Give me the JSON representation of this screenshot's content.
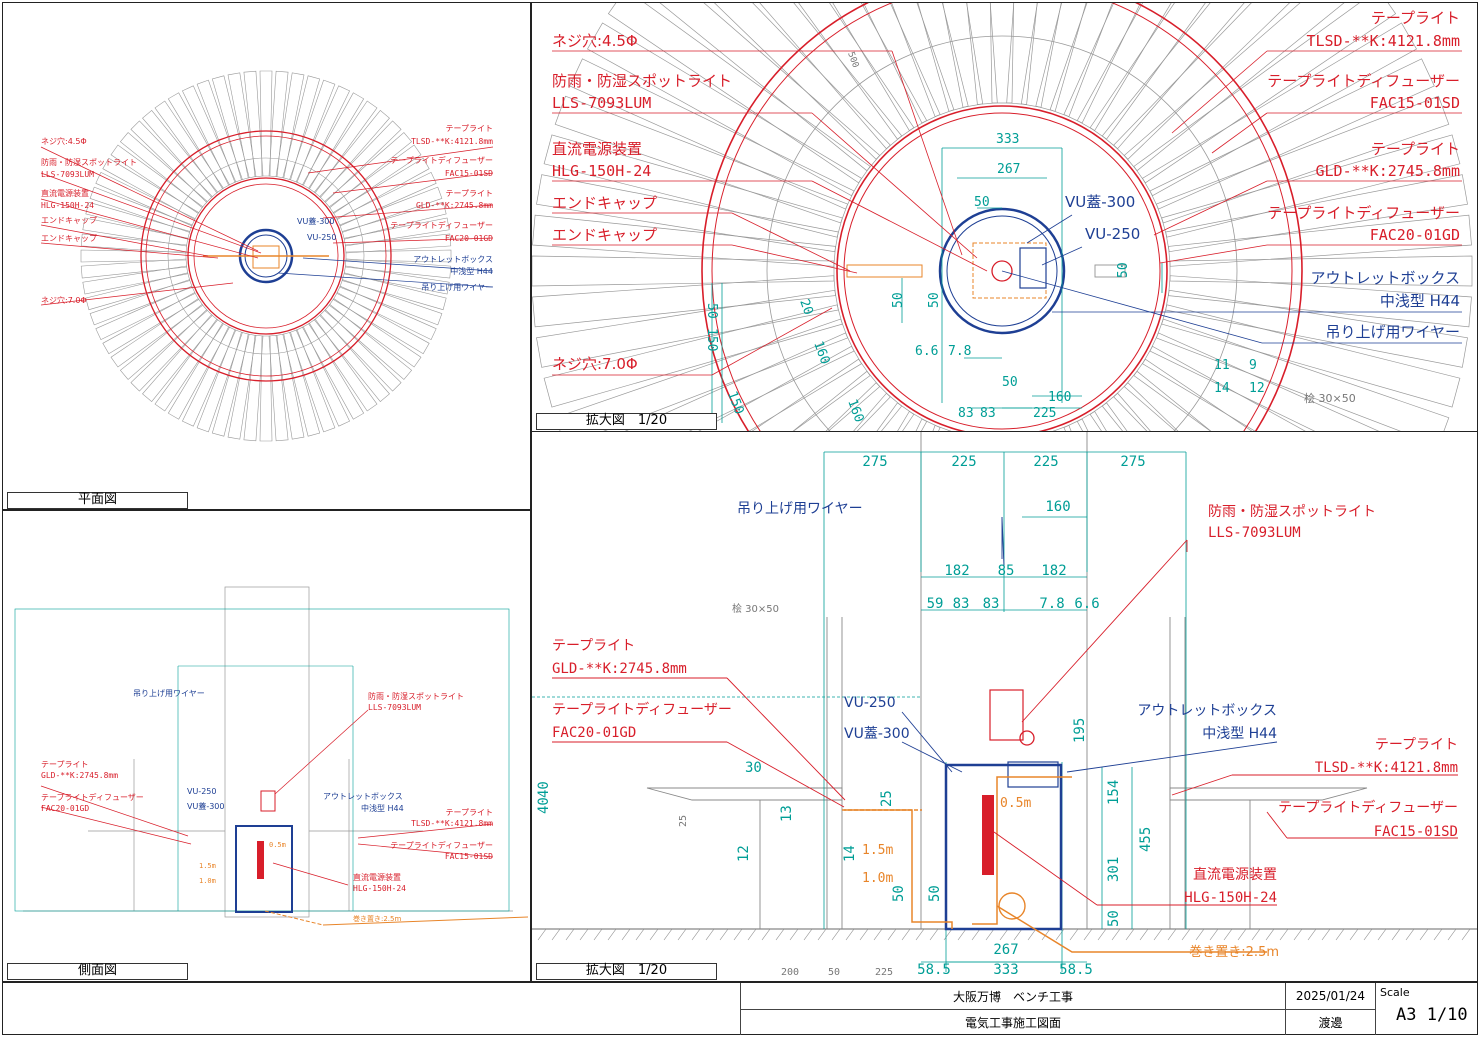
{
  "panels": {
    "plan": {
      "title": "平面図"
    },
    "zoom_plan": {
      "title": "拡大図　1/20"
    },
    "side": {
      "title": "側面図"
    },
    "zoom_side": {
      "title": "拡大図　1/20"
    }
  },
  "colors": {
    "red": "#d81e2a",
    "blue": "#1e3f94",
    "teal": "#009e96",
    "orange": "#e8852a",
    "gray": "#777777"
  },
  "zoom_plan": {
    "left_labels": {
      "screw45": "ネジ穴:4.5Φ",
      "spot_name": "防雨・防湿スポットライト",
      "spot_model": "LLS-7093LUM",
      "psu_name": "直流電源装置",
      "psu_model": "HLG-150H-24",
      "endcap1": "エンドキャップ",
      "endcap2": "エンドキャップ",
      "screw70": "ネジ穴:7.0Φ"
    },
    "right_labels": {
      "tape1_name": "テープライト",
      "tape1_model": "TLSD-**K:4121.8mm",
      "diff1_name": "テープライトディフューザー",
      "diff1_model": "FAC15-01SD",
      "tape2_name": "テープライト",
      "tape2_model": "GLD-**K:2745.8mm",
      "diff2_name": "テープライトディフューザー",
      "diff2_model": "FAC20-01GD",
      "outlet_name": "アウトレットボックス",
      "outlet_type": "中浅型 H44",
      "wire": "吊り上げ用ワイヤー"
    },
    "blue_labels": {
      "vu_lid": "VU蓋-300",
      "vu": "VU-250"
    },
    "dims": {
      "d333": "333",
      "d267": "267",
      "d50a": "50",
      "d50b": "50",
      "d50c": "50",
      "d50d": "50",
      "d50e": "50",
      "d150a": "150",
      "d150b": "150",
      "d20": "20",
      "d160a": "160",
      "d160b": "160",
      "d160c": "160",
      "d66": "6.6",
      "d78": "7.8",
      "d83a": "83",
      "d83b": "83",
      "d225": "225",
      "d11": "11",
      "d14": "14",
      "d9": "9",
      "d12": "12",
      "d500": "500"
    },
    "lumber": "桧 30×50"
  },
  "zoom_side": {
    "top_dims": {
      "d275a": "275",
      "d225a": "225",
      "d225b": "225",
      "d275b": "275",
      "d160": "160",
      "d182a": "182",
      "d85": "85",
      "d182b": "182",
      "d59": "59",
      "d83a": "83",
      "d83b": "83",
      "d78": "7.8",
      "d66": "6.6"
    },
    "wire": "吊り上げ用ワイヤー",
    "spot_name": "防雨・防湿スポットライト",
    "spot_model": "LLS-7093LUM",
    "lumber": "桧 30×50",
    "tape2_name": "テープライト",
    "tape2_model": "GLD-**K:2745.8mm",
    "diff2_name": "テープライトディフューザー",
    "diff2_model": "FAC20-01GD",
    "vu": "VU-250",
    "vu_lid": "VU蓋-300",
    "outlet_name": "アウトレットボックス",
    "outlet_type": "中浅型 H44",
    "tape1_name": "テープライト",
    "tape1_model": "TLSD-**K:4121.8mm",
    "diff1_name": "テープライトディフューザー",
    "diff1_model": "FAC15-01SD",
    "psu_name": "直流電源装置",
    "psu_model": "HLG-150H-24",
    "coil": "巻き置き:2.5m",
    "cable05": "0.5m",
    "cable15": "1.5m",
    "cable10": "1.0m",
    "vdims": {
      "d30": "30",
      "d40a": "40",
      "d40b": "40",
      "d25a": "25",
      "d25b": "25",
      "d13": "13",
      "d12": "12",
      "d14": "14",
      "d50a": "50",
      "d50b": "50",
      "d50c": "50",
      "d195": "195",
      "d154": "154",
      "d455": "455",
      "d301": "301"
    },
    "bottom_dims": {
      "d200": "200",
      "d50": "50",
      "d225": "225",
      "d585a": "58.5",
      "d267": "267",
      "d333": "333",
      "d585b": "58.5"
    }
  },
  "title_block": {
    "project": "大阪万博　ベンチ工事",
    "drawing": "電気工事施工図面",
    "date": "2025/01/24",
    "author": "渡邊",
    "scale_label": "Scale",
    "scale_value": "A3 1/10"
  }
}
